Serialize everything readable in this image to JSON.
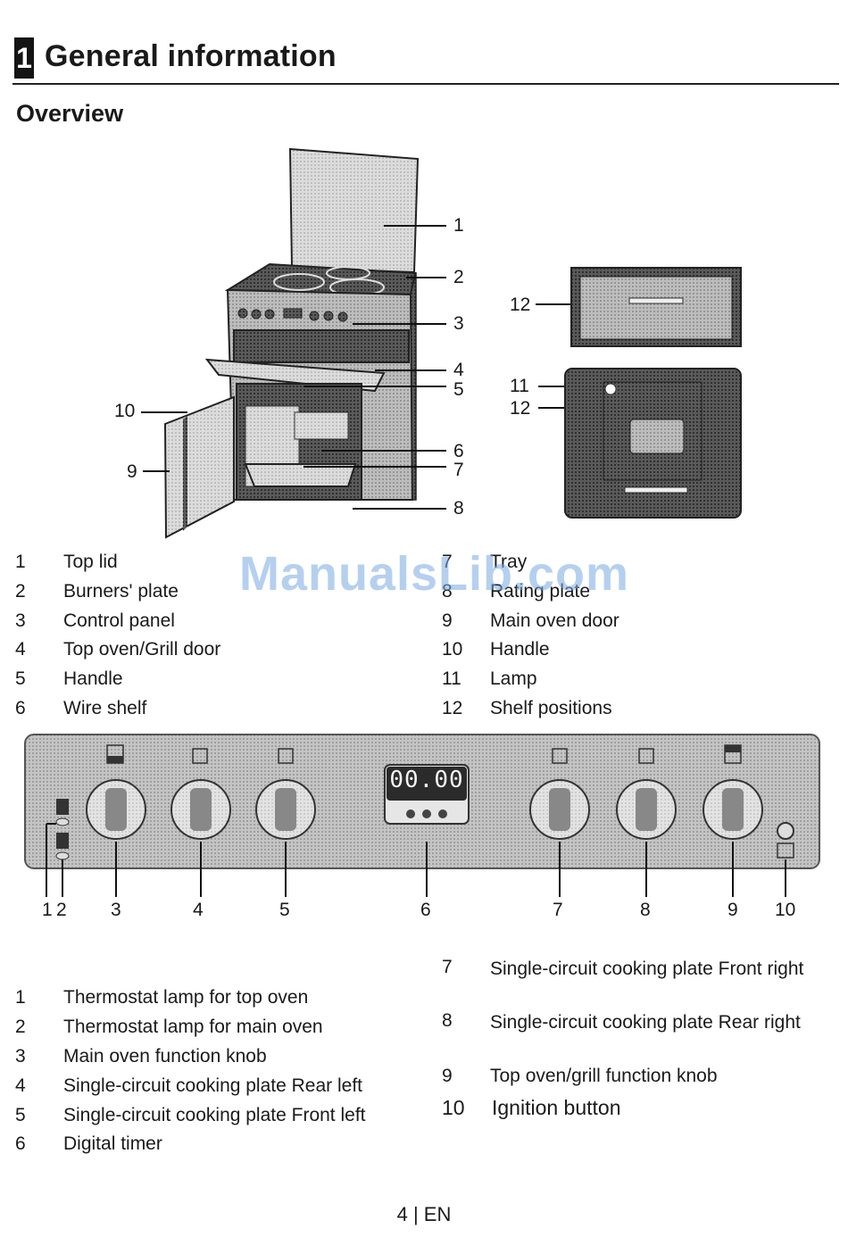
{
  "header": {
    "section_number": "1",
    "title": "General information"
  },
  "subtitle": "Overview",
  "watermark": "ManualsLib.com",
  "figure1_labels": {
    "l1": "1",
    "l2": "2",
    "l3": "3",
    "l4": "4",
    "l5": "5",
    "l6": "6",
    "l7": "7",
    "l8": "8",
    "l9": "9",
    "l10": "10",
    "l11": "11",
    "l12a": "12",
    "l12b": "12"
  },
  "legend1": [
    {
      "num": "1",
      "text": "Top lid"
    },
    {
      "num": "2",
      "text": "Burners' plate"
    },
    {
      "num": "3",
      "text": "Control panel"
    },
    {
      "num": "4",
      "text": "Top oven/Grill door"
    },
    {
      "num": "5",
      "text": "Handle"
    },
    {
      "num": "6",
      "text": "Wire shelf"
    },
    {
      "num": "7",
      "text": "Tray"
    },
    {
      "num": "8",
      "text": "Rating plate"
    },
    {
      "num": "9",
      "text": "Main oven door"
    },
    {
      "num": "10",
      "text": "Handle"
    },
    {
      "num": "11",
      "text": "Lamp"
    },
    {
      "num": "12",
      "text": "Shelf positions"
    }
  ],
  "panel": {
    "timer_display": "00.00",
    "labels": [
      "1",
      "2",
      "3",
      "4",
      "5",
      "6",
      "7",
      "8",
      "9",
      "10"
    ]
  },
  "legend2": [
    {
      "num": "1",
      "text": "Thermostat lamp for top oven"
    },
    {
      "num": "2",
      "text": "Thermostat lamp for main oven"
    },
    {
      "num": "3",
      "text": "Main oven function knob"
    },
    {
      "num": "4",
      "text": "Single-circuit cooking plate Rear left"
    },
    {
      "num": "5",
      "text": "Single-circuit cooking plate Front left"
    },
    {
      "num": "6",
      "text": "Digital timer"
    },
    {
      "num": "7",
      "text": "Single-circuit cooking plate Front right"
    },
    {
      "num": "8",
      "text": "Single-circuit cooking plate Rear right"
    },
    {
      "num": "9",
      "text": "Top oven/grill function knob"
    },
    {
      "num": "10",
      "text": "Ignition button"
    }
  ],
  "footer": {
    "page": "4 | EN"
  }
}
